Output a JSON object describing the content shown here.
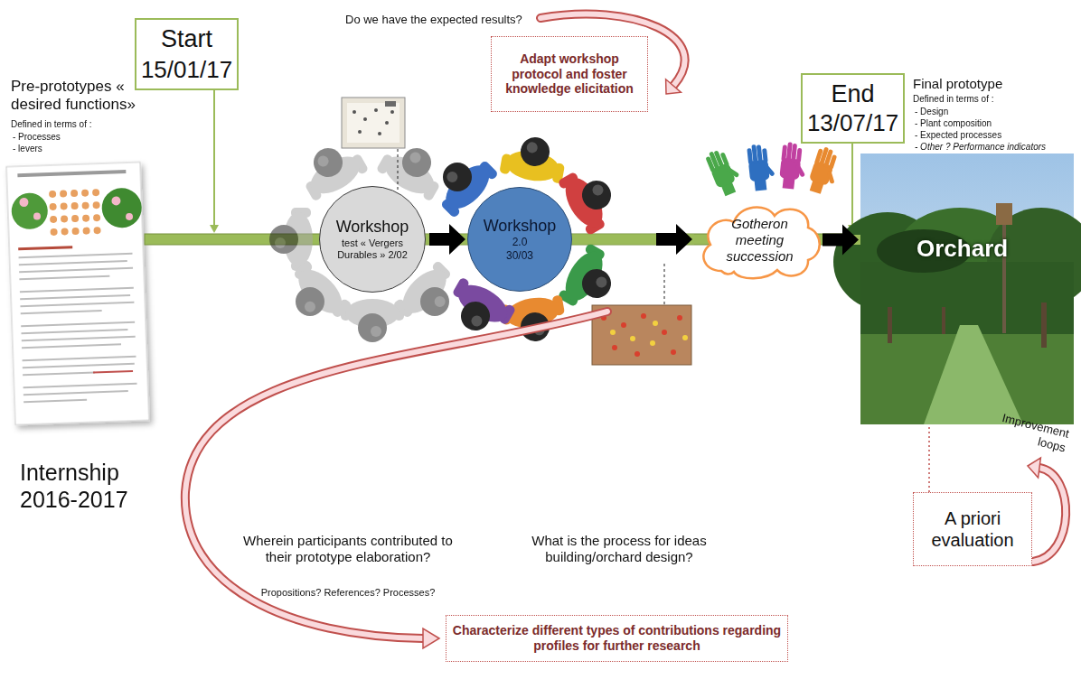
{
  "diagram": {
    "nodes": [
      {
        "text": [
          "Start",
          "15/01/17"
        ]
      },
      {
        "text": [
          "Workshop",
          "test « Vergers Durables » 2/02"
        ]
      },
      {
        "text": [
          "Workshop",
          "2.0 30/03"
        ]
      },
      {
        "text": [
          "Gotheron meeting succession"
        ]
      },
      {
        "text": [
          "End",
          "13/07/17"
        ]
      },
      {
        "text": [
          "Orchard"
        ]
      },
      {
        "text": [
          "Adapt workshop protocol and foster knowledge elicitation"
        ]
      },
      {
        "text": [
          "A priori evaluation"
        ]
      },
      {
        "text": [
          "Characterize different types of contributions regarding profiles for further research"
        ]
      }
    ],
    "edges": [
      {
        "from": 1,
        "to": 2,
        "arrow": "to"
      },
      {
        "from": 2,
        "to": 3,
        "arrow": "to"
      },
      {
        "from": 3,
        "to": 5,
        "arrow": "to"
      },
      {
        "from": 7,
        "to": 5,
        "arrow": "none"
      }
    ],
    "labels": [
      "Do we have the expected results?",
      "Pre-prototypes « desired functions»",
      "Defined in terms of :",
      "- Processes",
      "- levers",
      "Internship 2016-2017",
      "Final prototype",
      "Defined in terms of :",
      "- Design",
      "- Plant composition",
      "- Expected processes",
      "- Other ? Performance indicators",
      "Improvement loops",
      "Wherein participants contributed to their prototype elaboration?",
      "Propositions? References? Processes?",
      "What is the process for ideas building/orchard design?"
    ]
  }
}
